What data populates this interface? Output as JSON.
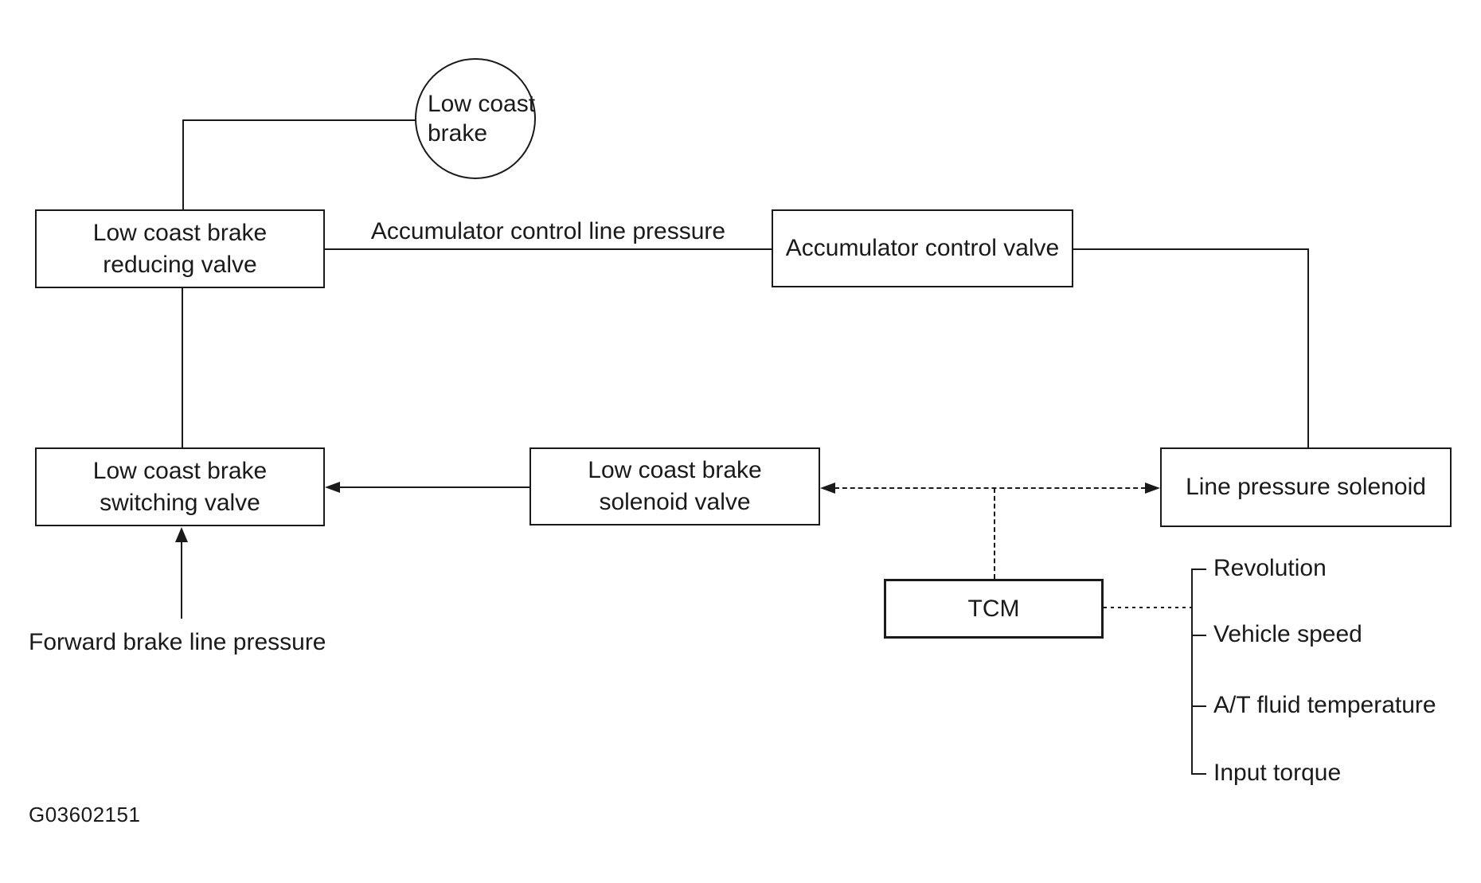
{
  "figure": {
    "id": "G03602151"
  },
  "nodes": {
    "low_coast_brake_circle": {
      "line1": "Low coast",
      "line2": "brake"
    },
    "reducing_valve": {
      "line1": "Low coast brake",
      "line2": "reducing valve"
    },
    "accumulator_control_valve": {
      "label": "Accumulator control valve"
    },
    "switching_valve": {
      "line1": "Low coast brake",
      "line2": "switching valve"
    },
    "solenoid_valve": {
      "line1": "Low coast brake",
      "line2": "solenoid valve"
    },
    "line_pressure_solenoid": {
      "label": "Line pressure solenoid"
    },
    "tcm": {
      "label": "TCM"
    }
  },
  "labels": {
    "accumulator_control_line_pressure": "Accumulator control line pressure",
    "forward_brake_line_pressure": "Forward brake line pressure"
  },
  "tcm_inputs": [
    "Revolution",
    "Vehicle speed",
    "A/T fluid temperature",
    "Input torque"
  ],
  "colors": {
    "ink": "#1a1a1a",
    "background": "#ffffff"
  }
}
